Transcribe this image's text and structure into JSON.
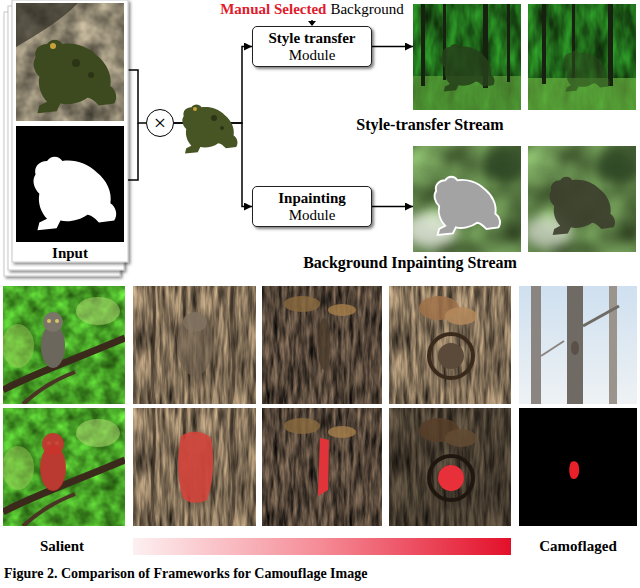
{
  "diagram": {
    "caption": "Figure 2. Comparison of Frameworks for Camouflage Image",
    "nodes": [
      {
        "text": [
          "Input"
        ]
      },
      {
        "text": [
          "×"
        ]
      },
      {
        "text": [
          "Style transfer",
          "Module"
        ]
      },
      {
        "text": [
          "Inpainting",
          "Module"
        ]
      },
      {
        "text": [
          "Style-transfer Stream"
        ]
      },
      {
        "text": [
          "Background Inpainting Stream"
        ]
      }
    ],
    "edges": [
      {
        "from": 0,
        "to": 1,
        "arrow": "none"
      },
      {
        "from": 1,
        "to": 2,
        "arrow": "to"
      },
      {
        "from": 1,
        "to": 3,
        "arrow": "to"
      },
      {
        "from": 2,
        "to": 4,
        "arrow": "to"
      },
      {
        "from": 3,
        "to": 5,
        "arrow": "to"
      }
    ],
    "labels": [
      "Manual Selected",
      "Background",
      "Salient",
      "Camoflaged"
    ]
  }
}
